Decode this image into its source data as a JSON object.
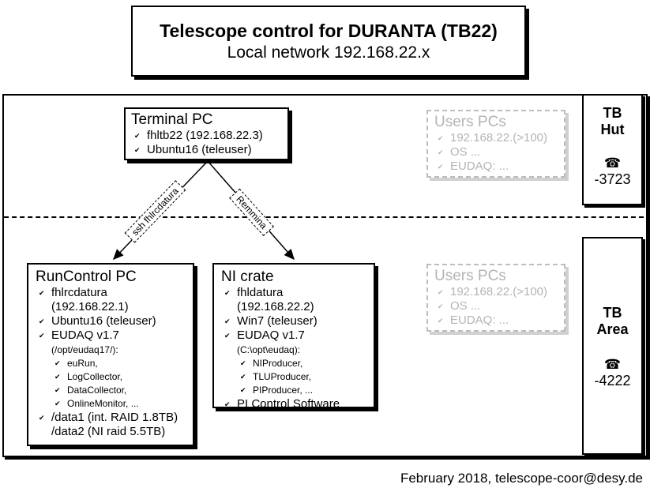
{
  "header": {
    "title": "Telescope control for DURANTA (TB22)",
    "subtitle": "Local network 192.168.22.x"
  },
  "terminal_pc": {
    "title": "Terminal PC",
    "items": [
      "fhltb22 (192.168.22.3)",
      "Ubuntu16 (teleuser)"
    ]
  },
  "connections": {
    "ssh_label": "ssh fhlrcdatura",
    "remmina_label": "Remmina"
  },
  "runcontrol_pc": {
    "title": "RunControl PC",
    "hostname": "fhlrcdatura",
    "ip": "(192.168.22.1)",
    "os": "Ubuntu16 (teleuser)",
    "eudaq": "EUDAQ v1.7",
    "eudaq_path": "(/opt/eudaq17/):",
    "eudaq_items": [
      "euRun,",
      "LogCollector,",
      "DataCollector,",
      "OnlineMonitor, ..."
    ],
    "data1": "/data1 (int. RAID 1.8TB)",
    "data2": "/data2 (NI raid 5.5TB)"
  },
  "ni_crate": {
    "title": "NI crate",
    "hostname": "fhldatura",
    "ip": "(192.168.22.2)",
    "os": "Win7 (teleuser)",
    "eudaq": "EUDAQ v1.7",
    "eudaq_path": "(C:\\opt\\eudaq):",
    "eudaq_items": [
      "NIProducer,",
      "TLUProducer,",
      "PIProducer, ..."
    ],
    "pi": "PI Control Software"
  },
  "users_pcs_hut": {
    "title": "Users PCs",
    "items": [
      "192.168.22.(>100)",
      "OS ...",
      "EUDAQ: ..."
    ]
  },
  "users_pcs_area": {
    "title": "Users PCs",
    "items": [
      "192.168.22.(>100)",
      "OS ...",
      "EUDAQ: ..."
    ]
  },
  "tb_hut": {
    "line1": "TB",
    "line2": "Hut",
    "phone_icon": "telephone-icon",
    "phone": "-3723"
  },
  "tb_area": {
    "line1": "TB",
    "line2": "Area",
    "phone_icon": "telephone-icon",
    "phone": "-4222"
  },
  "footer": "February 2018, telescope-coor@desy.de"
}
